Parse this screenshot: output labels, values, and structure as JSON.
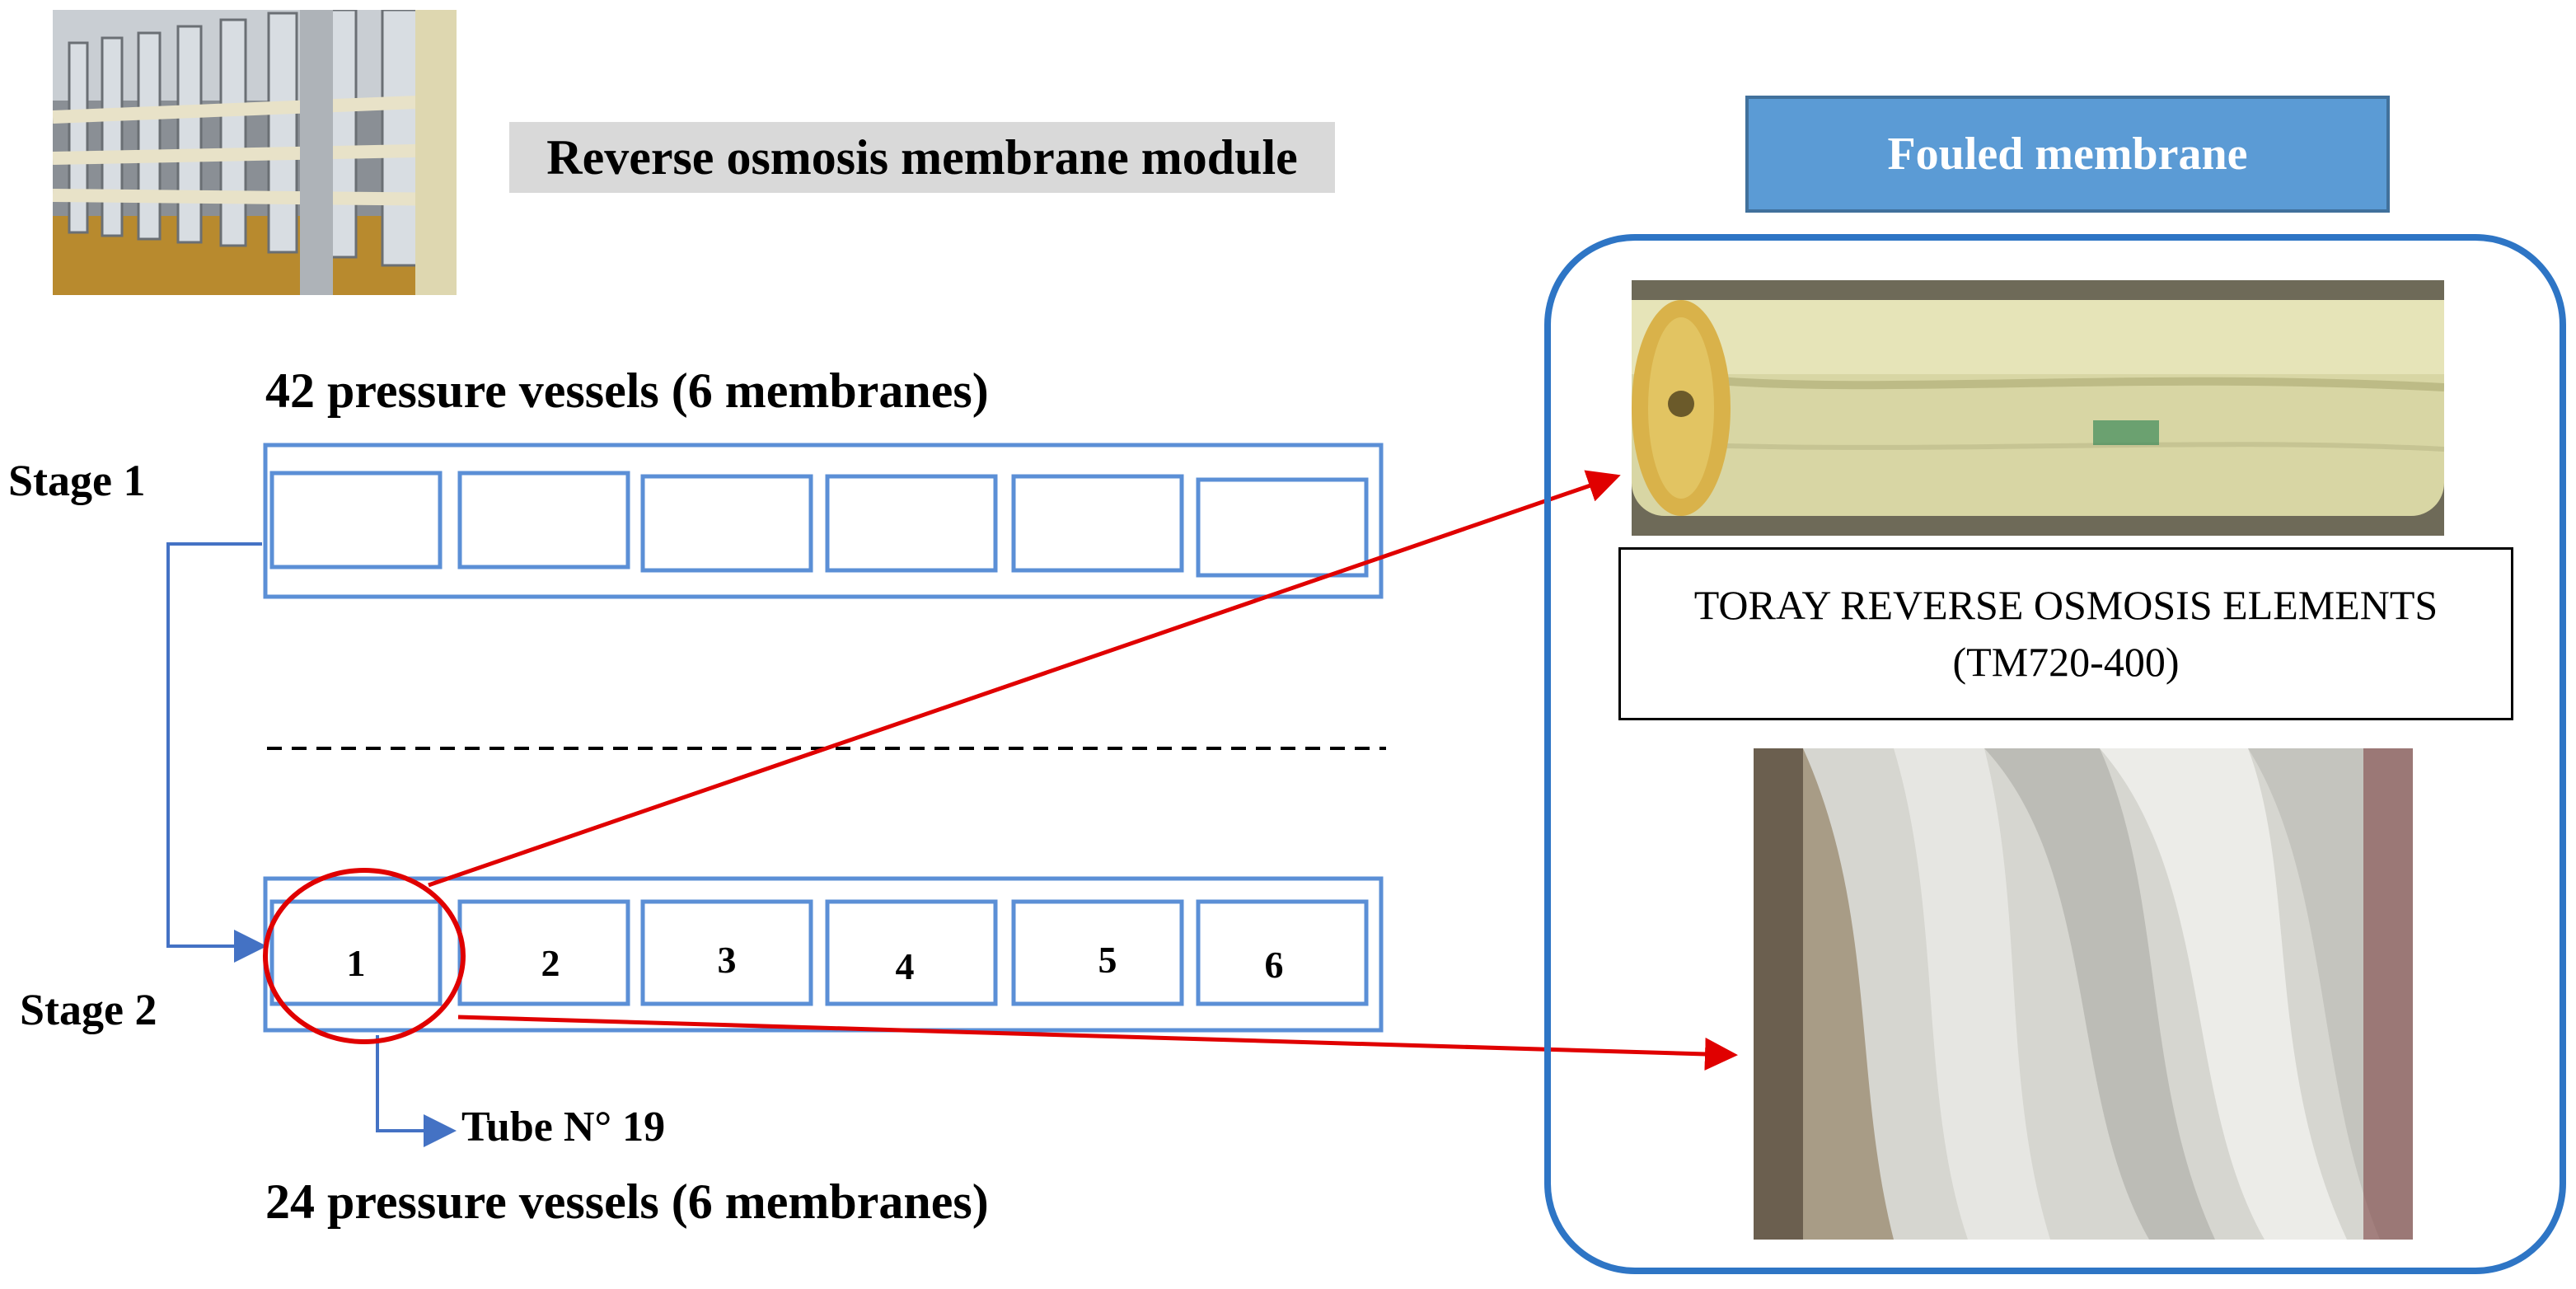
{
  "module_title": "Reverse osmosis membrane module",
  "stage1": {
    "label": "Stage 1",
    "vessels_label": "42 pressure vessels (6 membranes)",
    "membranes": [
      "",
      "",
      "",
      "",
      "",
      ""
    ]
  },
  "stage2": {
    "label": "Stage 2",
    "vessels_label": "24 pressure vessels (6 membranes)",
    "membranes": [
      "1",
      "2",
      "3",
      "4",
      "5",
      "6"
    ]
  },
  "tube_label": "Tube N° 19",
  "fouled": {
    "header": "Fouled membrane",
    "caption_line1": "TORAY REVERSE OSMOSIS ELEMENTS",
    "caption_line2": "(TM720-400)"
  },
  "colors": {
    "box_blue": "#5b8fd6",
    "panel_blue": "#2e75c5",
    "header_blue": "#5b9bd5",
    "arrow_red": "#e00000"
  }
}
